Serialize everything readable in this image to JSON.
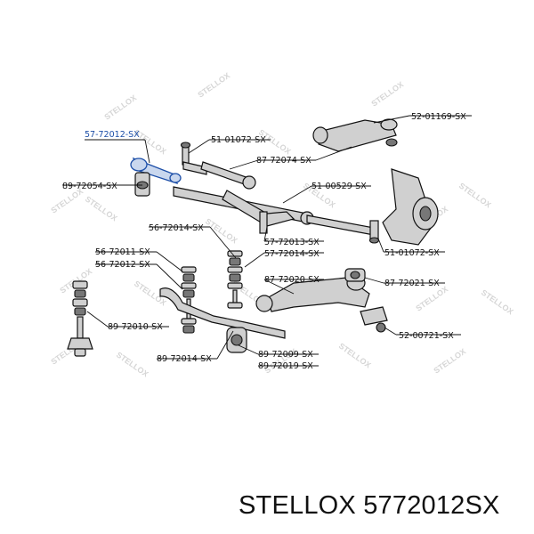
{
  "watermark": "STELLOX",
  "footer": "STELLOX 5772012SX",
  "labels": {
    "p57_72012": "57-72012-SX",
    "p89_72054": "89-72054-SX",
    "p51_01072_top": "51-01072-SX",
    "p87_72074": "87-72074-SX",
    "p52_01169": "52-01169-SX",
    "p51_00529": "51-00529-SX",
    "p56_72014": "56-72014-SX",
    "p57_72013": "57-72013-SX",
    "p57_72014": "57-72014-SX",
    "p51_01072_bot": "51-01072-SX",
    "p56_72011": "56-72011-SX",
    "p56_72012": "56-72012-SX",
    "p87_72020": "87-72020-SX",
    "p87_72021": "87-72021-SX",
    "p89_72010": "89-72010-SX",
    "p52_00721": "52-00721-SX",
    "p89_72014": "89-72014-SX",
    "p89_72009": "89-72009-SX",
    "p89_72019": "89-72019-SX"
  },
  "highlight_color": "#1d4fa8"
}
